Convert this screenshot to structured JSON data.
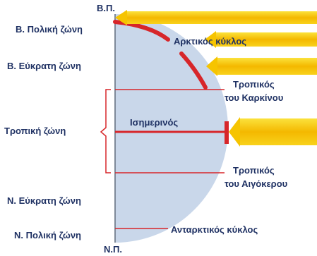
{
  "diagram": {
    "colors": {
      "globe_fill": "#c9d7ea",
      "axis": "#7f8a99",
      "latitude_line": "#d7262a",
      "highlight_arc": "#d7262a",
      "ray_fill": "#f6c400",
      "ray_edge": "#f4e13a",
      "label_text": "#1f3163"
    },
    "poles": {
      "north": "Β.Π.",
      "south": "Ν.Π."
    },
    "zones": {
      "north_polar": "Β. Πολική ζώνη",
      "north_temperate": "Β. Εύκρατη ζώνη",
      "tropical": "Τροπική ζώνη",
      "south_temperate": "Ν. Εύκρατη ζώνη",
      "south_polar": "Ν. Πολική ζώνη"
    },
    "circles": {
      "arctic": "Αρκτικός κύκλος",
      "cancer_line1": "Τροπικός",
      "cancer_line2": "του Καρκίνου",
      "equator": "Ισημερινός",
      "capricorn_line1": "Τροπικός",
      "capricorn_line2": "του Αιγόκερου",
      "antarctic": "Ανταρκτικός κύκλος"
    }
  }
}
